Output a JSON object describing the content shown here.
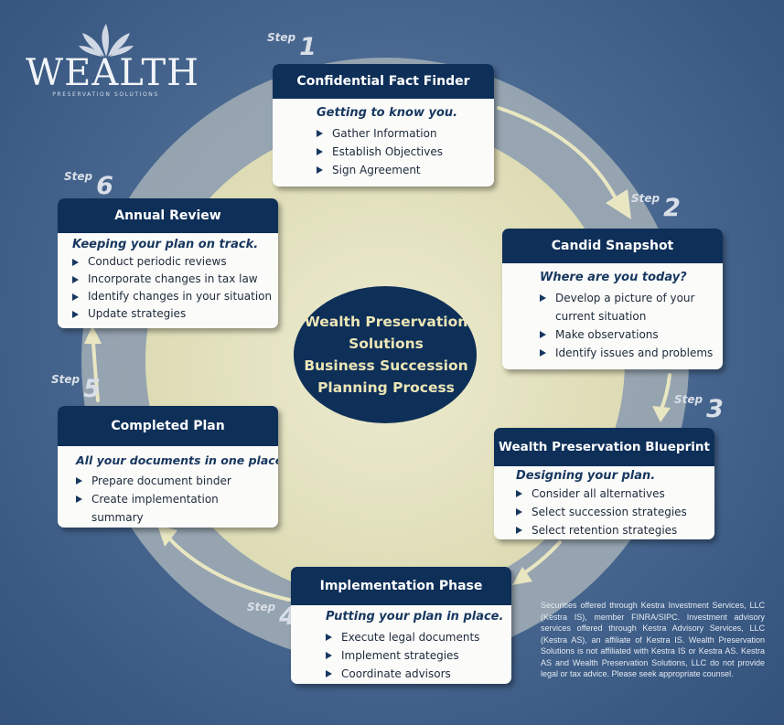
{
  "logo": {
    "name": "WEALTH",
    "tagline": "PRESERVATION SOLUTIONS"
  },
  "colors": {
    "background": "#4b6a92",
    "ring": "#a3afb6",
    "inner_disk": "#e6e4c3",
    "center_oval": "#0e2f58",
    "card_header": "#0e2f58",
    "center_text": "#ece6b6",
    "arrow": "#e9e6c2"
  },
  "center": {
    "line1": "Wealth Preservation",
    "line2": "Solutions",
    "line3": "Business Succession",
    "line4": "Planning Process"
  },
  "step_word": "Step",
  "steps": [
    {
      "number": "1",
      "title": "Confidential Fact Finder",
      "subtitle": "Getting to know you.",
      "items": [
        "Gather Information",
        "Establish Objectives",
        "Sign Agreement"
      ]
    },
    {
      "number": "2",
      "title": "Candid Snapshot",
      "subtitle": "Where are you today?",
      "items": [
        "Develop a picture of your current situation",
        "Make observations",
        "Identify issues and problems"
      ]
    },
    {
      "number": "3",
      "title": "Wealth Preservation Blueprint",
      "subtitle": "Designing your plan.",
      "items": [
        "Consider all alternatives",
        "Select succession strategies",
        "Select retention strategies"
      ]
    },
    {
      "number": "4",
      "title": "Implementation Phase",
      "subtitle": "Putting your plan in place.",
      "items": [
        "Execute legal documents",
        "Implement strategies",
        "Coordinate advisors"
      ]
    },
    {
      "number": "5",
      "title": "Completed Plan",
      "subtitle": "All your documents in one place.",
      "items": [
        "Prepare document binder",
        "Create implementation summary"
      ]
    },
    {
      "number": "6",
      "title": "Annual Review",
      "subtitle": "Keeping your plan on track.",
      "items": [
        "Conduct periodic reviews",
        "Incorporate changes in tax law",
        "Identify changes in your situation",
        "Update strategies"
      ]
    }
  ],
  "disclaimer": "Securities offered through Kestra Investment Services, LLC (Kestra IS), member FINRA/SIPC. Investment advisory services offered through Kestra Advisory Services, LLC (Kestra AS), an affiliate of Kestra IS. Wealth Preservation Solutions is not affiliated with Kestra IS or Kestra AS. Kestra AS and Wealth Preservation Solutions, LLC do not provide legal or tax advice. Please seek appropriate counsel."
}
